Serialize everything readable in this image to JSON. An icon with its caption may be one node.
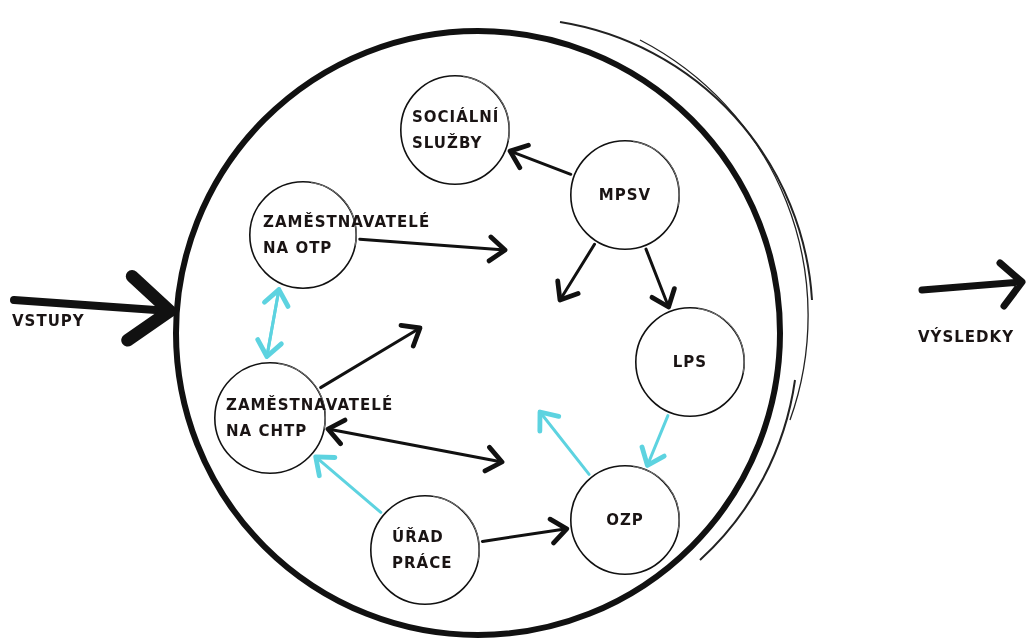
{
  "diagram": {
    "nodes": [
      {
        "text": [],
        "shape": "circle"
      },
      {
        "text": [
          "SOCIÁLNÍ SLUŽBY"
        ],
        "in": 0
      },
      {
        "text": [
          "MPSV"
        ],
        "in": 0
      },
      {
        "text": [
          "ZAMĚSTNAVATELÉ NA OTP"
        ],
        "in": 0
      },
      {
        "text": [
          "LPS"
        ],
        "in": 0
      },
      {
        "text": [
          "ZAMĚSTNAVATELÉ NA CHTP"
        ],
        "in": 0
      },
      {
        "text": [
          "ÚŘAD PRÁCE"
        ],
        "in": 0
      },
      {
        "text": [
          "OZP"
        ],
        "in": 0
      }
    ],
    "edges": [
      {
        "from": 2,
        "to": 1,
        "arrow": "to"
      },
      {
        "from": 3,
        "to": null,
        "arrow": "to"
      },
      {
        "from": 2,
        "to": null,
        "arrow": "to"
      },
      {
        "from": 2,
        "to": 4,
        "arrow": "to"
      },
      {
        "from": 4,
        "to": 7,
        "arrow": "to",
        "color": "#5dd3e0"
      },
      {
        "from": 7,
        "to": null,
        "arrow": "to",
        "color": "#5dd3e0"
      },
      {
        "from": 5,
        "to": null,
        "arrow": "both"
      },
      {
        "from": 5,
        "to": null,
        "arrow": "to"
      },
      {
        "from": 5,
        "to": 3,
        "arrow": "to",
        "color": "#5dd3e0"
      },
      {
        "from": 3,
        "to": 5,
        "arrow": "to",
        "color": "#5dd3e0"
      },
      {
        "from": 6,
        "to": 5,
        "arrow": "to",
        "color": "#5dd3e0"
      },
      {
        "from": 6,
        "to": 7,
        "arrow": "to"
      },
      {
        "from": null,
        "to": 0,
        "arrow": "to",
        "style": "thick"
      }
    ],
    "labels": [
      "VSTUPY",
      "VÝSLEDKY"
    ]
  }
}
